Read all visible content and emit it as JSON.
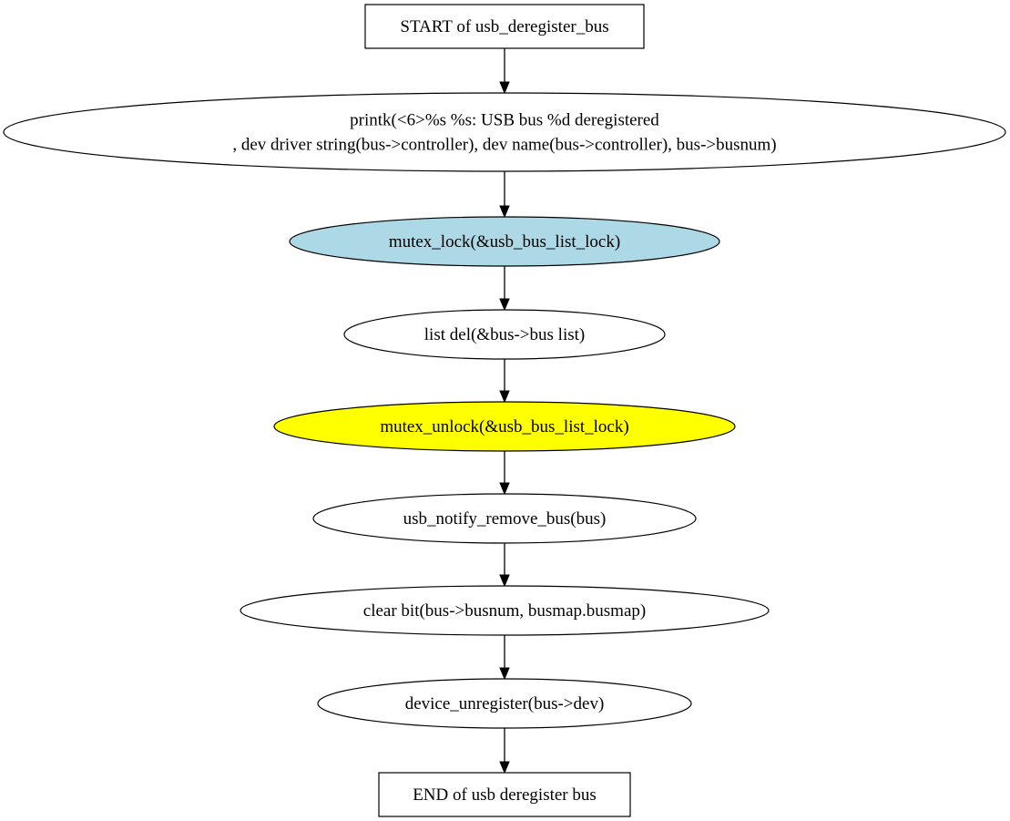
{
  "nodes": [
    {
      "id": "start",
      "shape": "box",
      "fill": "#ffffff",
      "lines": [
        "START of usb_deregister_bus"
      ]
    },
    {
      "id": "printk",
      "shape": "ellipse",
      "fill": "#ffffff",
      "lines": [
        "printk(<6>%s %s: USB bus %d deregistered",
        ", dev  driver  string(bus->controller), dev  name(bus->controller), bus->busnum)"
      ]
    },
    {
      "id": "mutex_lock",
      "shape": "ellipse",
      "fill": "#add8e6",
      "lines": [
        "mutex_lock(&usb_bus_list_lock)"
      ]
    },
    {
      "id": "list_del",
      "shape": "ellipse",
      "fill": "#ffffff",
      "lines": [
        "list  del(&bus->bus  list)"
      ]
    },
    {
      "id": "mutex_unlock",
      "shape": "ellipse",
      "fill": "#ffff00",
      "lines": [
        "mutex_unlock(&usb_bus_list_lock)"
      ]
    },
    {
      "id": "notify",
      "shape": "ellipse",
      "fill": "#ffffff",
      "lines": [
        "usb_notify_remove_bus(bus)"
      ]
    },
    {
      "id": "clear_bit",
      "shape": "ellipse",
      "fill": "#ffffff",
      "lines": [
        "clear  bit(bus->busnum, busmap.busmap)"
      ]
    },
    {
      "id": "unregister",
      "shape": "ellipse",
      "fill": "#ffffff",
      "lines": [
        "device_unregister(bus->dev)"
      ]
    },
    {
      "id": "end",
      "shape": "box",
      "fill": "#ffffff",
      "lines": [
        "END of usb  deregister  bus"
      ]
    }
  ],
  "edges": [
    {
      "from": "start",
      "to": "printk"
    },
    {
      "from": "printk",
      "to": "mutex_lock"
    },
    {
      "from": "mutex_lock",
      "to": "list_del"
    },
    {
      "from": "list_del",
      "to": "mutex_unlock"
    },
    {
      "from": "mutex_unlock",
      "to": "notify"
    },
    {
      "from": "notify",
      "to": "clear_bit"
    },
    {
      "from": "clear_bit",
      "to": "unregister"
    },
    {
      "from": "unregister",
      "to": "end"
    }
  ]
}
